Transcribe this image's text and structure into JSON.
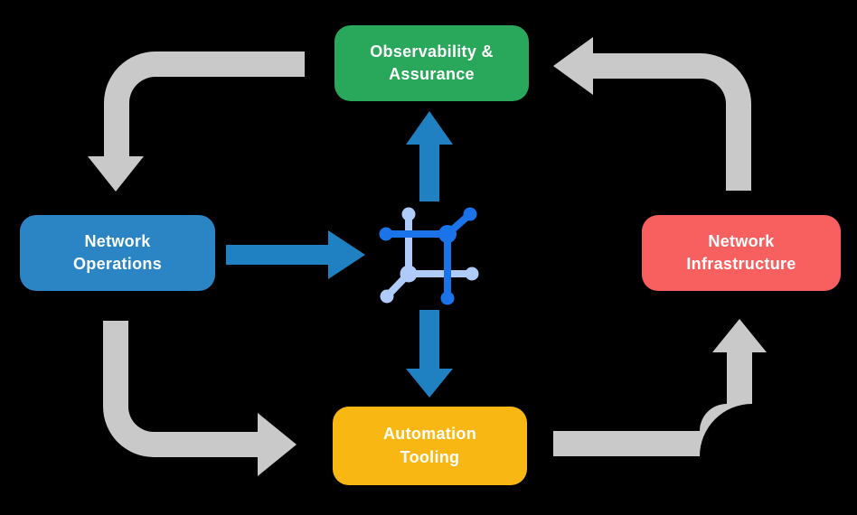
{
  "diagram": {
    "nodes": [
      {
        "id": "observability-assurance",
        "label": "Observability &\nAssurance"
      },
      {
        "id": "network-operations",
        "label": "Network\nOperations"
      },
      {
        "id": "network-infrastructure",
        "label": "Network\nInfrastructure"
      },
      {
        "id": "automation-tooling",
        "label": "Automation\nTooling"
      }
    ],
    "center_icon": {
      "name": "network-automation-icon"
    },
    "arrows": {
      "blue": [
        {
          "from": "network-operations",
          "to": "center-icon",
          "direction": "right"
        },
        {
          "from": "center-icon",
          "to": "observability-assurance",
          "direction": "up"
        },
        {
          "from": "center-icon",
          "to": "automation-tooling",
          "direction": "down"
        }
      ],
      "gray": [
        {
          "from": "observability-assurance",
          "to": "network-operations",
          "direction": "down"
        },
        {
          "from": "network-infrastructure",
          "to": "observability-assurance",
          "direction": "left"
        },
        {
          "from": "network-operations",
          "to": "automation-tooling",
          "direction": "right"
        },
        {
          "from": "automation-tooling",
          "to": "network-infrastructure",
          "direction": "up"
        }
      ]
    }
  },
  "colors": {
    "background": "#000000",
    "green": "#29a75a",
    "blue": "#2b85c5",
    "red": "#f7605f",
    "yellow": "#f9b713",
    "gray_arrow": "#c9c9c9",
    "blue_arrow": "#1f80c2",
    "icon_dark_blue": "#1a73e8",
    "icon_light_blue": "#aecbfa",
    "label_text": "#ffffff"
  }
}
